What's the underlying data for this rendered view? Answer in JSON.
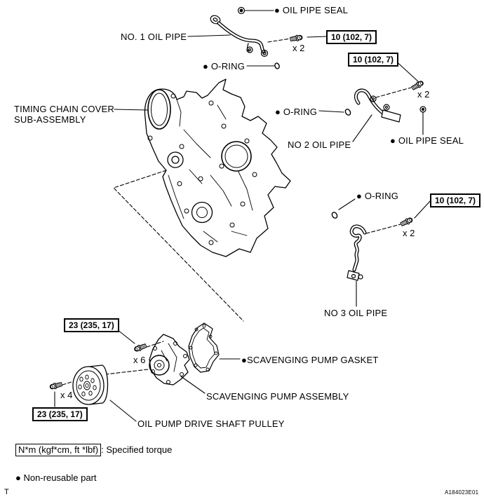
{
  "page": {
    "background": "#ffffff",
    "line_color": "#000000"
  },
  "labels": {
    "oil_pipe_seal_top": "● OIL PIPE SEAL",
    "no1_oil_pipe": "NO. 1 OIL PIPE",
    "o_ring_top": "● O-RING",
    "timing_chain_cover_line1": "TIMING CHAIN COVER",
    "timing_chain_cover_line2": "SUB-ASSEMBLY",
    "o_ring_mid": "● O-RING",
    "no2_oil_pipe": "NO 2 OIL PIPE",
    "oil_pipe_seal_right": "● OIL PIPE SEAL",
    "o_ring_lower": "● O-RING",
    "no3_oil_pipe": "NO 3 OIL PIPE",
    "scavenging_pump_gasket": "●SCAVENGING PUMP GASKET",
    "scavenging_pump_assembly": "SCAVENGING PUMP ASSEMBLY",
    "oil_pump_drive_shaft_pulley": "OIL PUMP DRIVE SHAFT PULLEY"
  },
  "torque_callouts": {
    "oil_pipe_bolts": "10 (102, 7)",
    "pump_bolts": "23 (235, 17)"
  },
  "quantities": {
    "times_two": "x 2",
    "times_six": "x 6",
    "times_four": "x 4"
  },
  "legend": {
    "torque_box": "N*m (kgf*cm, ft *lbf)",
    "torque_suffix": ": Specified torque",
    "non_reusable": "● Non-reusable part"
  },
  "footer": {
    "page_marker": "T",
    "figure_code": "A184023E01"
  }
}
